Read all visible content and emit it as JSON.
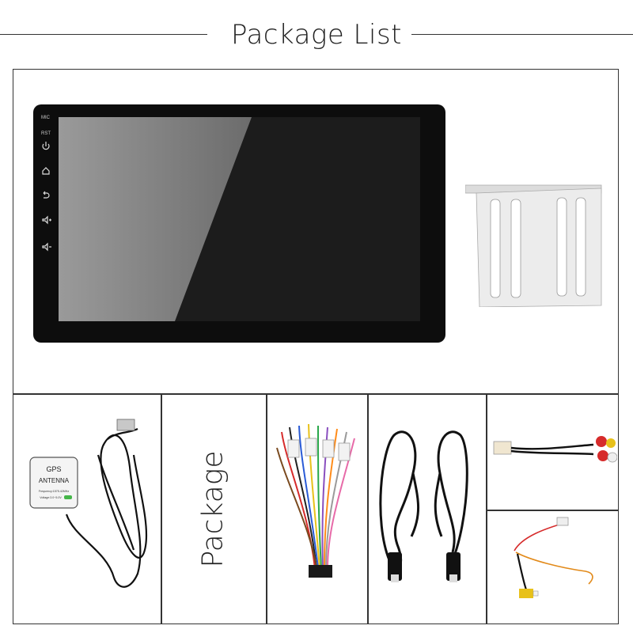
{
  "page": {
    "title": "Package List",
    "package_label": "Package"
  },
  "head_unit": {
    "side_labels": [
      "MIC",
      "RST"
    ],
    "side_icons": [
      "power-icon",
      "home-icon",
      "back-icon",
      "volume-up-icon",
      "volume-down-icon"
    ]
  },
  "gps_antenna": {
    "line1": "GPS",
    "line2": "ANTENNA",
    "line3": "Frequency:1575.42MHz",
    "line4": "Voltage:3.0~5.0V"
  },
  "colors": {
    "frame": "#333333",
    "screen": "#1c1c1c",
    "bezel": "#0d0d0d",
    "bracket": "#e6e6e6",
    "cable": "#111111"
  }
}
